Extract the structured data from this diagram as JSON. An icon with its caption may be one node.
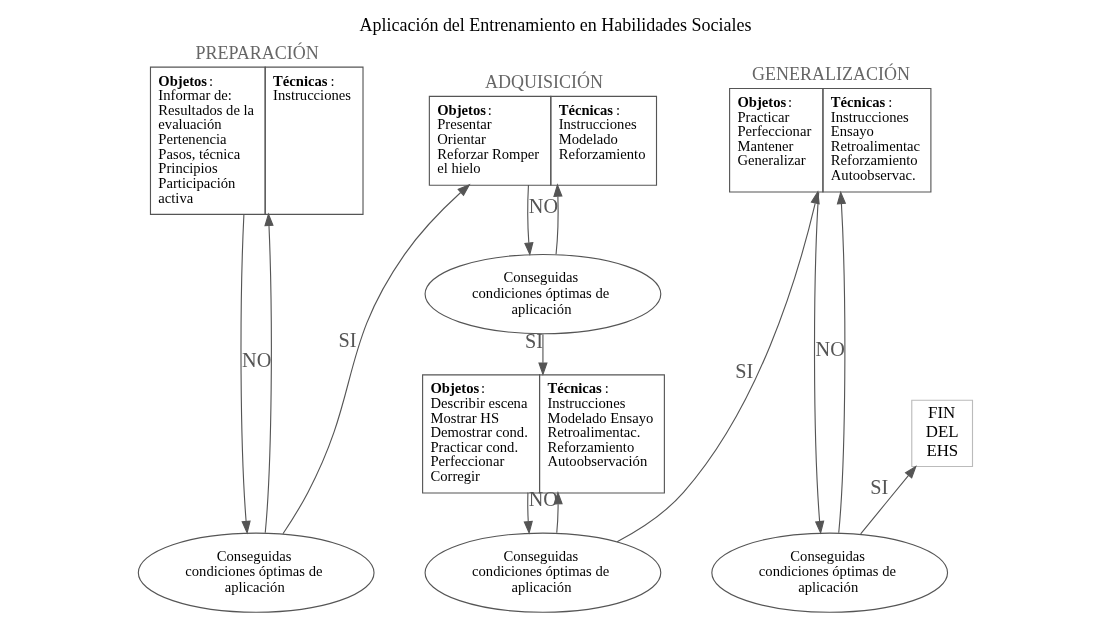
{
  "diagram": {
    "title": "Aplicación del Entrenamiento en Habilidades Sociales",
    "nodes": [
      {
        "text": [
          "PREPARACIÓN",
          "**Objetos**:",
          "Informar de: Resultados de la evaluación Pertenencia Pasos, técnica Principios Participación activa",
          "**Técnicas**:",
          "Instrucciones"
        ]
      },
      {
        "text": [
          "Conseguidas condiciones óptimas de aplicación"
        ]
      },
      {
        "text": [
          "ADQUISICIÓN",
          "**Objetos**:",
          "Presentar Orientar Reforzar Romper el hielo",
          "**Técnicas**:",
          "Instrucciones Modelado Reforzamiento"
        ]
      },
      {
        "text": [
          "Conseguidas condiciones óptimas de aplicación"
        ]
      },
      {
        "text": [
          "**Objetos**:",
          "Describir escena Mostrar HS Demostrar cond. Practicar cond. Perfeccionar Corregir",
          "**Técnicas**:",
          "Instrucciones Modelado Ensayo Retroalimentac. Reforzamiento Autoobservación"
        ]
      },
      {
        "text": [
          "Conseguidas condiciones óptimas de aplicación"
        ]
      },
      {
        "text": [
          "GENERALIZACIÓN",
          "**Objetos**:",
          "Practicar Perfeccionar Mantener Generalizar",
          "**Técnicas**:",
          "Instrucciones Ensayo Retroalimentac Reforzamiento Autoobservac."
        ]
      },
      {
        "text": [
          "Conseguidas condiciones óptimas de aplicación"
        ]
      },
      {
        "text": [
          "FIN DEL EHS"
        ]
      }
    ],
    "edges": [
      {
        "from": 0,
        "to": 1,
        "arrow": "to"
      },
      {
        "from": 1,
        "to": 0,
        "arrow": "to",
        "label": "NO"
      },
      {
        "from": 1,
        "to": 2,
        "arrow": "to",
        "label": "SI"
      },
      {
        "from": 2,
        "to": 3,
        "arrow": "to"
      },
      {
        "from": 3,
        "to": 2,
        "arrow": "to",
        "label": "NO"
      },
      {
        "from": 3,
        "to": 4,
        "arrow": "to",
        "label": "SI"
      },
      {
        "from": 4,
        "to": 5,
        "arrow": "to"
      },
      {
        "from": 5,
        "to": 4,
        "arrow": "to",
        "label": "NO"
      },
      {
        "from": 5,
        "to": 6,
        "arrow": "to",
        "label": "SI"
      },
      {
        "from": 6,
        "to": 7,
        "arrow": "to"
      },
      {
        "from": 7,
        "to": 6,
        "arrow": "to",
        "label": "NO"
      },
      {
        "from": 7,
        "to": 8,
        "arrow": "to",
        "label": "SI"
      }
    ]
  }
}
